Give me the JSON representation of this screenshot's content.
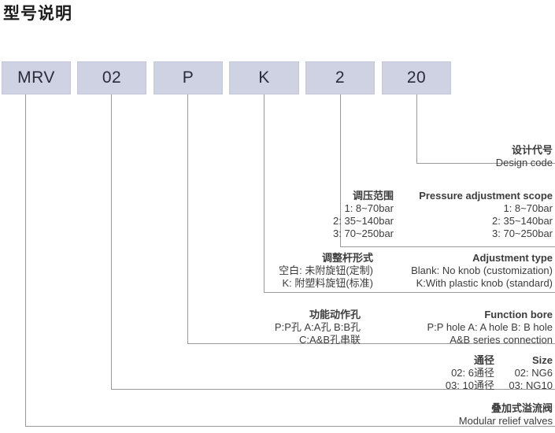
{
  "page": {
    "title": "型号说明"
  },
  "code_boxes": [
    {
      "name": "series",
      "value": "MRV"
    },
    {
      "name": "size",
      "value": "02"
    },
    {
      "name": "bore",
      "value": "P"
    },
    {
      "name": "knob",
      "value": "K"
    },
    {
      "name": "range",
      "value": "2"
    },
    {
      "name": "design",
      "value": "20"
    }
  ],
  "sections": [
    {
      "key": "design_code",
      "heading_cn": "设计代号",
      "heading_en": "Design code",
      "options": []
    },
    {
      "key": "pressure_scope",
      "heading_cn": "调压范围",
      "heading_en": "Pressure adjustment scope",
      "options": [
        {
          "cn": "1: 8~70bar",
          "en": "1: 8~70bar"
        },
        {
          "cn": "2: 35~140bar",
          "en": "2: 35~140bar"
        },
        {
          "cn": "3: 70~250bar",
          "en": "3: 70~250bar"
        }
      ]
    },
    {
      "key": "adjustment_type",
      "heading_cn": "调整杆形式",
      "heading_en": "Adjustment type",
      "options": [
        {
          "cn": "空白: 未附旋钮(定制)",
          "en": "Blank: No knob (customization)"
        },
        {
          "cn": "K: 附塑料旋钮(标准)",
          "en": "K:With plastic knob (standard)"
        }
      ]
    },
    {
      "key": "function_bore",
      "heading_cn": "功能动作孔",
      "heading_en": "Function bore",
      "options": [
        {
          "cn": "P:P孔  A:A孔  B:B孔",
          "en": "P:P hole   A: A hole   B: B hole"
        },
        {
          "cn": "C:A&B孔串联",
          "en": "A&B series connection"
        }
      ]
    },
    {
      "key": "size",
      "heading_cn": "通径",
      "heading_en": "Size",
      "options": [
        {
          "cn": "02: 6通径",
          "en": "02: NG6"
        },
        {
          "cn": "03: 10通径",
          "en": "03: NG10"
        }
      ]
    },
    {
      "key": "product_type",
      "heading_cn": "叠加式溢流阀",
      "heading_en": "Modular relief valves",
      "options": []
    }
  ],
  "colors": {
    "box_fill": "#ced2e2",
    "box_border": "#c3c7d8",
    "line": "#9a9a9a",
    "text": "#3c3c3c",
    "title": "#1c1c1c"
  }
}
